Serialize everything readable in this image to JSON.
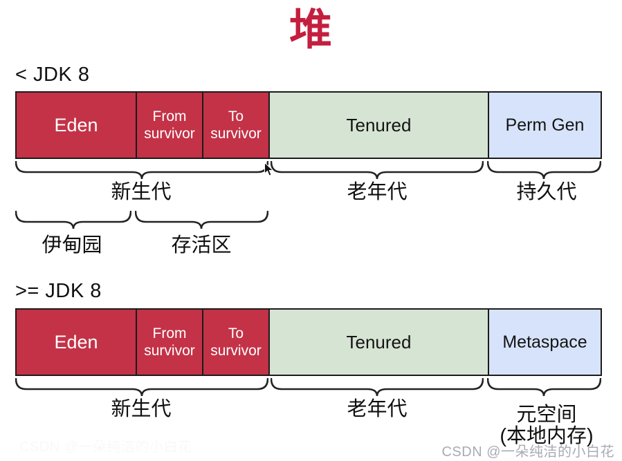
{
  "title": "堆",
  "colors": {
    "title_red": "#c41f3e",
    "young_gen": "#c33247",
    "old_gen": "#d6e4d3",
    "perm_space": "#d7e3fa",
    "border": "#1b1b1b"
  },
  "sections": [
    {
      "heading": "< JDK 8",
      "segments": [
        {
          "label": "Eden"
        },
        {
          "label": "From survivor"
        },
        {
          "label": "To survivor"
        },
        {
          "label": "Tenured"
        },
        {
          "label": "Perm Gen"
        }
      ],
      "group_labels": [
        "新生代",
        "老年代",
        "持久代"
      ],
      "sub_labels": [
        "伊甸园",
        "存活区"
      ]
    },
    {
      "heading": ">= JDK 8",
      "segments": [
        {
          "label": "Eden"
        },
        {
          "label": "From survivor"
        },
        {
          "label": "To survivor"
        },
        {
          "label": "Tenured"
        },
        {
          "label": "Metaspace"
        }
      ],
      "group_labels": [
        "新生代",
        "老年代",
        "元空间"
      ],
      "metaspace_note": "(本地内存)"
    }
  ],
  "watermark": "CSDN @一朵纯洁的小白花"
}
